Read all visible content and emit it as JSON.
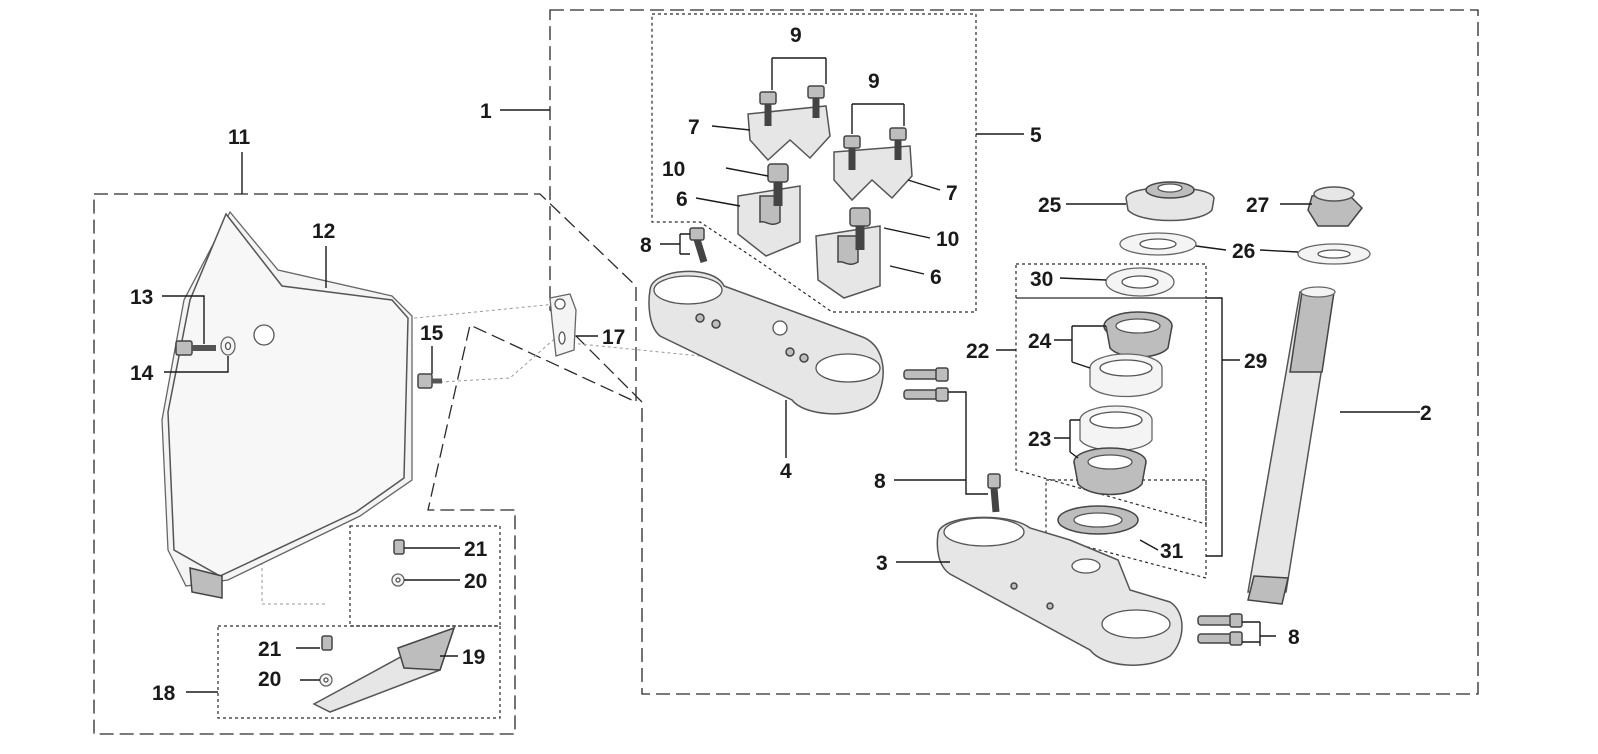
{
  "callouts": {
    "c1": "1",
    "c2": "2",
    "c3": "3",
    "c4": "4",
    "c5": "5",
    "c6a": "6",
    "c6b": "6",
    "c7a": "7",
    "c7b": "7",
    "c8a": "8",
    "c8b": "8",
    "c8c": "8",
    "c9a": "9",
    "c9b": "9",
    "c10a": "10",
    "c10b": "10",
    "c11": "11",
    "c12": "12",
    "c13": "13",
    "c14": "14",
    "c15": "15",
    "c17": "17",
    "c18": "18",
    "c19": "19",
    "c20a": "20",
    "c20b": "20",
    "c21a": "21",
    "c21b": "21",
    "c22": "22",
    "c23": "23",
    "c24": "24",
    "c25": "25",
    "c26": "26",
    "c27": "27",
    "c29": "29",
    "c30": "30",
    "c31": "31"
  },
  "colors": {
    "line": "#1a1a1a",
    "part_fill": "#e6e6e6",
    "part_shade": "#bdbdbd",
    "background": "#ffffff"
  }
}
